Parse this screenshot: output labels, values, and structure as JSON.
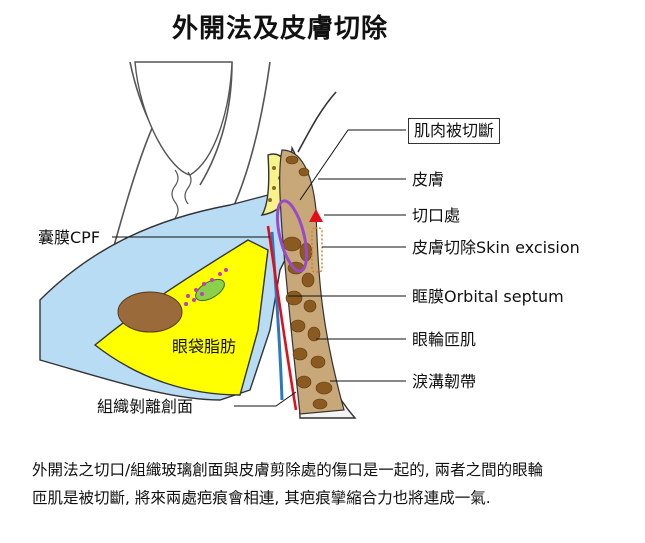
{
  "title": "外開法及皮膚切除",
  "labels": {
    "muscle_cut": "肌肉被切斷",
    "skin": "皮膚",
    "incision": "切口處",
    "skin_excision": "皮膚切除Skin excision",
    "septum": "眶膜Orbital septum",
    "orbicularis": "眼輪匝肌",
    "tear_trough_ligament": "淚溝韌帶",
    "cpf": "囊膜CPF",
    "fat_pad": "眼袋脂肪",
    "dissection_plane": "組織剝離創面"
  },
  "description": {
    "line1": "外開法之切口/組織玻璃創面與皮膚剪除處的傷口是一起的, 兩者之間的眼輪",
    "line2": "匝肌是被切斷, 將來兩處疤痕會相連, 其疤痕攣縮合力也將連成一氣."
  },
  "colors": {
    "fat": "#ffff00",
    "septum_blue": "#b8dcf4",
    "muscle": "#c8a878",
    "muscle_dark": "#8a5a20",
    "skin_line": "#2a78c0",
    "incision_red": "#e0101a",
    "highlight_purple": "#9a4ac8",
    "leader": "#111111"
  }
}
